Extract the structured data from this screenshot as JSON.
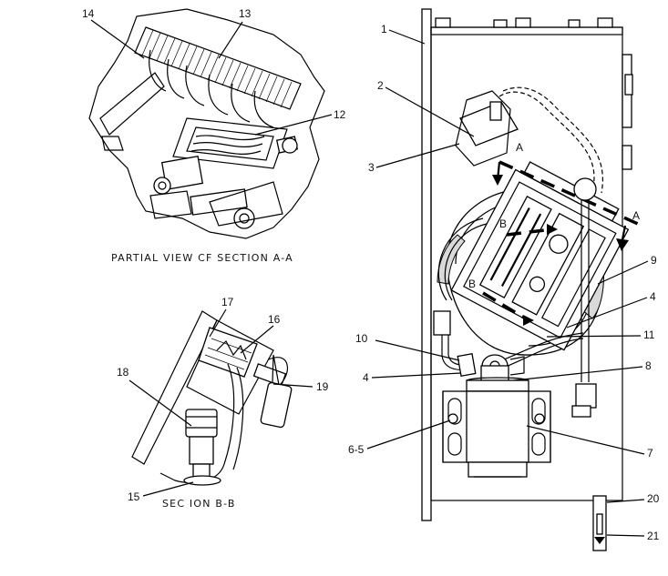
{
  "captions": {
    "section_aa": "PARTIAL VIEW CF SECTION A-A",
    "section_bb": "SEC ION B-B"
  },
  "callouts": {
    "c1": "1",
    "c2": "2",
    "c3": "3",
    "c4a": "4",
    "c4b": "4",
    "c6_5": "6-5",
    "c7": "7",
    "c8": "8",
    "c9": "9",
    "c10": "10",
    "c11": "11",
    "c12": "12",
    "c13": "13",
    "c14": "14",
    "c15": "15",
    "c16": "16",
    "c17": "17",
    "c18": "18",
    "c19": "19",
    "c20": "20",
    "c21": "21"
  },
  "section_marks": {
    "a_left": "A",
    "a_right": "A",
    "b_top": "B",
    "b_left": "B"
  }
}
